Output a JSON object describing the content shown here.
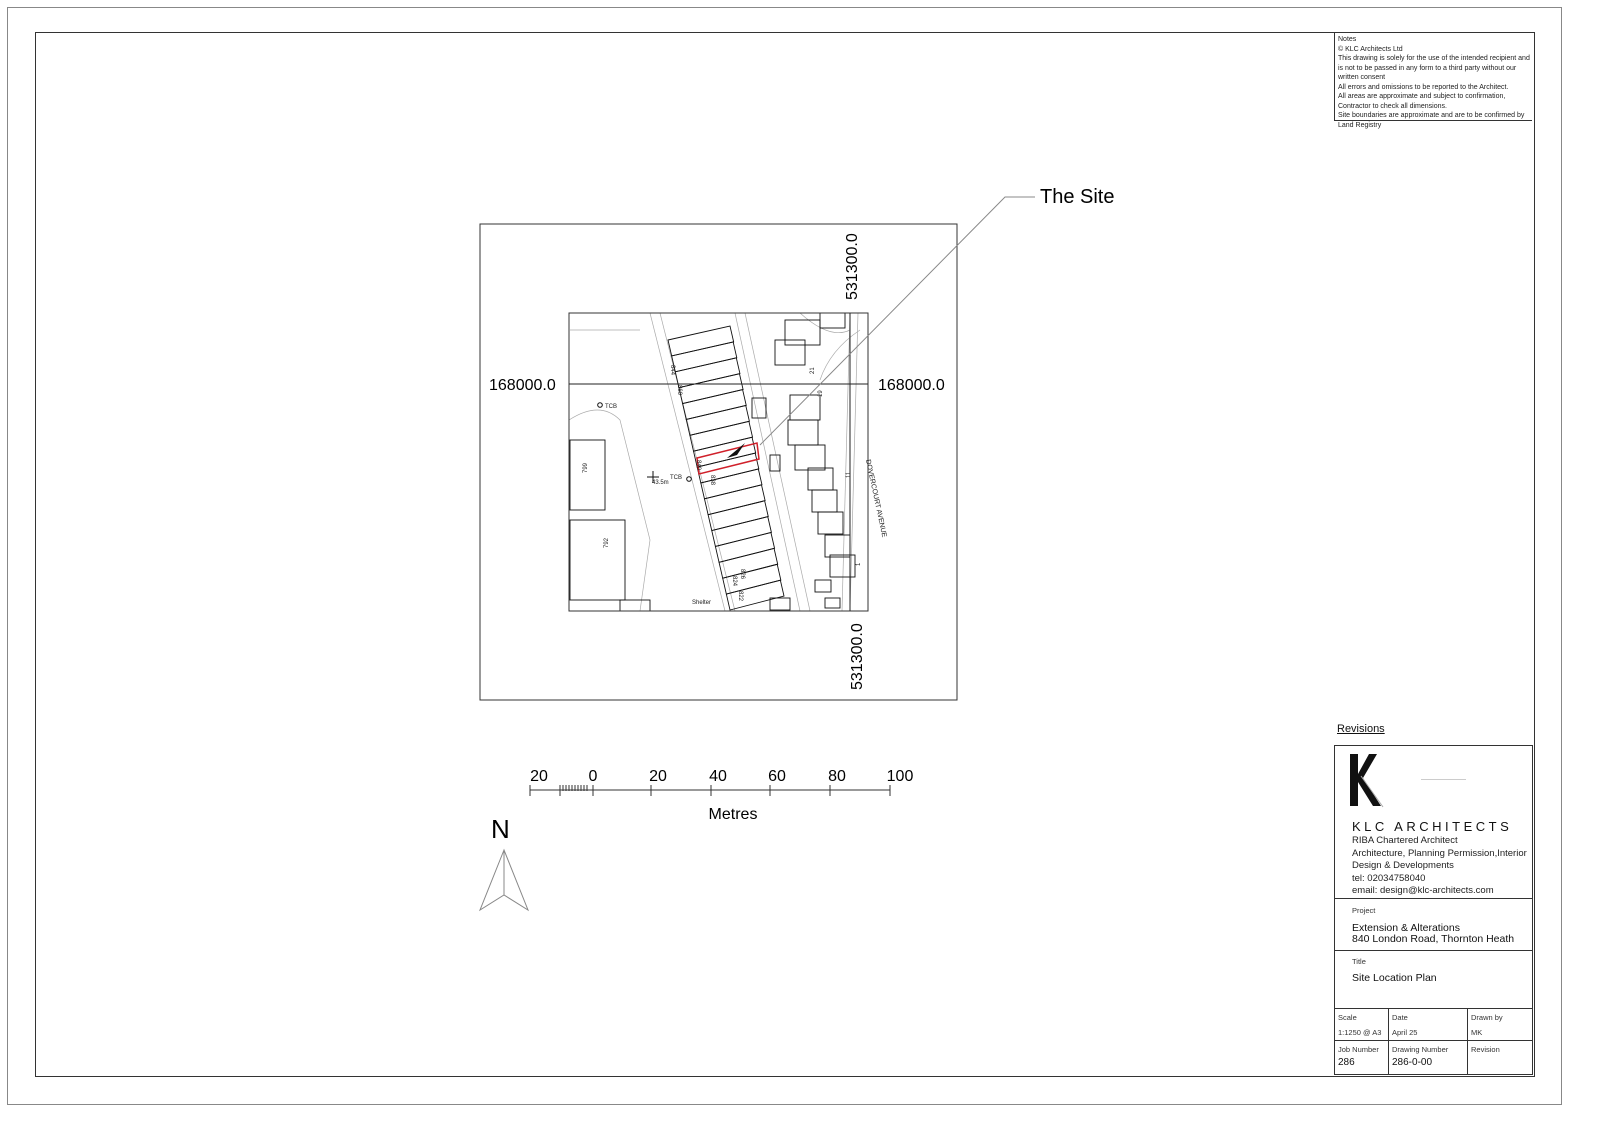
{
  "notes": {
    "heading": "Notes",
    "lines": [
      "© KLC Architects Ltd",
      "This drawing is solely for the use of the intended recipient and is not to be passed in any form to a third party without our written consent",
      "All errors and omissions to be reported to the Architect.",
      "All areas are approximate and subject to confirmation, Contractor to check all dimensions.",
      "Site boundaries are approximate and are to be confirmed by Land Registry"
    ]
  },
  "map": {
    "site_label": "The Site",
    "easting_top": "531300.0",
    "easting_bottom": "531300.0",
    "northing_left": "168000.0",
    "northing_right": "168000.0",
    "site_color": "#d0202a",
    "labels": {
      "h844": "844",
      "h860": "860",
      "h840": "840",
      "h838": "838",
      "h826": "826",
      "h824": "824",
      "h822": "822",
      "n21": "21",
      "n19": "19",
      "n11": "11",
      "n1": "1",
      "b799": "799",
      "b792": "792",
      "tcb1": "TCB",
      "tcb2": "TCB",
      "spot": "43.5m",
      "shelter": "Shelter",
      "street": "DOVERCOURT AVENUE"
    }
  },
  "scale_bar": {
    "ticks": [
      "20",
      "0",
      "20",
      "40",
      "60",
      "80",
      "100"
    ],
    "unit": "Metres"
  },
  "north": {
    "label": "N"
  },
  "title_block": {
    "revisions_label": "Revisions",
    "company": "KLC ARCHITECTS",
    "company_lines": [
      "RIBA Chartered Architect",
      "Architecture, Planning Permission,Interior",
      "Design & Developments",
      "tel: 02034758040",
      "email:  design@klc-architects.com"
    ],
    "project_label": "Project",
    "project_lines": [
      "Extension & Alterations",
      "840 London Road, Thornton Heath"
    ],
    "title_label": "Title",
    "title": "Site Location Plan",
    "scale_label": "Scale",
    "scale": "1:1250 @ A3",
    "date_label": "Date",
    "date": "April 25",
    "drawn_label": "Drawn by",
    "drawn": "MK",
    "job_label": "Job Number",
    "job": "286",
    "drawing_label": "Drawing Number",
    "drawing": "286-0-00",
    "revision_label": "Revision",
    "revision": ""
  }
}
